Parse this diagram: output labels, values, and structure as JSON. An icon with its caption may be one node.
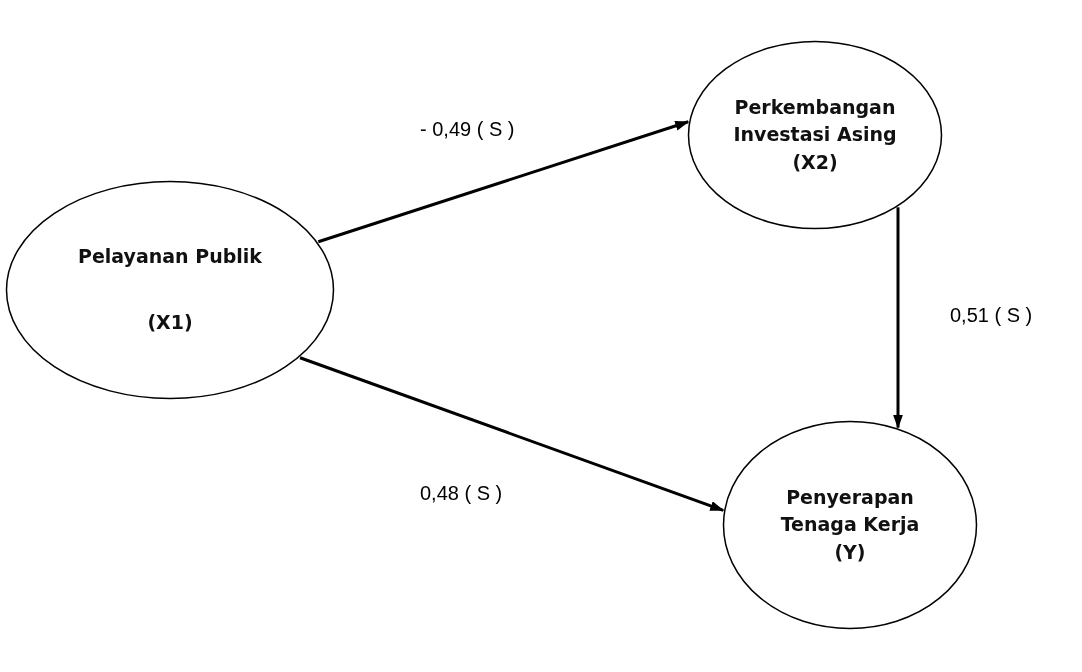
{
  "diagram": {
    "nodes": [
      {
        "text": [
          "Pelayanan Publik",
          "(X1)"
        ]
      },
      {
        "text": [
          "Perkembangan Investasi Asing",
          "(X2)"
        ]
      },
      {
        "text": [
          "Penyerapan Tenaga Kerja",
          "(Y)"
        ]
      }
    ],
    "edges": [
      {
        "from": 0,
        "to": 1,
        "arrow": "to",
        "label": "- 0,49 ( S )"
      },
      {
        "from": 1,
        "to": 2,
        "arrow": "to",
        "label": "0,51 ( S )"
      },
      {
        "from": 0,
        "to": 2,
        "arrow": "to",
        "label": "0,48 ( S )"
      }
    ]
  }
}
